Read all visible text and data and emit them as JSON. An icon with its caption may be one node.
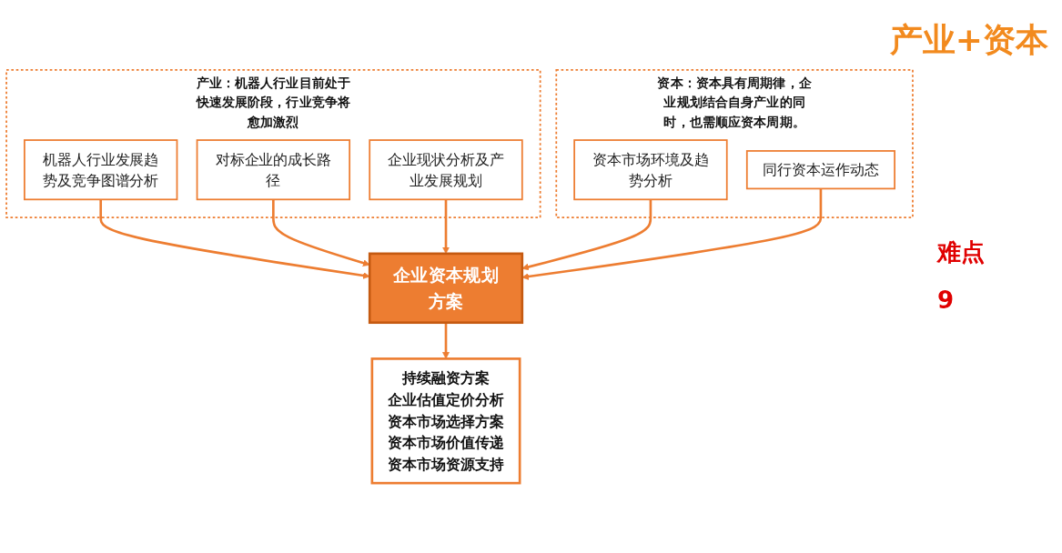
{
  "diagram": {
    "title": "产业+资本",
    "nodes": [
      {
        "text": [
          "产业：机器人行业目前处于快速发展阶段，行业竞争将愈加激烈"
        ]
      },
      {
        "text": [
          "机器人行业发展趋势及竞争图谱分析"
        ],
        "in": 0
      },
      {
        "text": [
          "对标企业的成长路径"
        ],
        "in": 0
      },
      {
        "text": [
          "企业现状分析及产业发展规划"
        ],
        "in": 0
      },
      {
        "text": [
          "企业资本规划方案"
        ]
      },
      {
        "text": [
          "资本：资本具有周期律，企业规划结合自身产业的同时，也需顺应资本周期。"
        ]
      },
      {
        "text": [
          "资本市场环境及趋势分析"
        ],
        "in": 5
      },
      {
        "text": [
          "同行资本运作动态"
        ],
        "in": 5
      },
      {
        "text": [
          "持续融资方案",
          "企业估值定价分析",
          "资本市场选择方案",
          "资本市场价值传递",
          "资本市场资源支持"
        ]
      }
    ],
    "edges": [
      {
        "from": 1,
        "to": 4,
        "arrow": "to"
      },
      {
        "from": 2,
        "to": 4,
        "arrow": "to"
      },
      {
        "from": 3,
        "to": 4,
        "arrow": "to"
      },
      {
        "from": 6,
        "to": 4,
        "arrow": "to"
      },
      {
        "from": 7,
        "to": 4,
        "arrow": "to"
      },
      {
        "from": 4,
        "to": 8,
        "arrow": "to"
      }
    ],
    "labels": [
      "难点",
      "9"
    ]
  }
}
